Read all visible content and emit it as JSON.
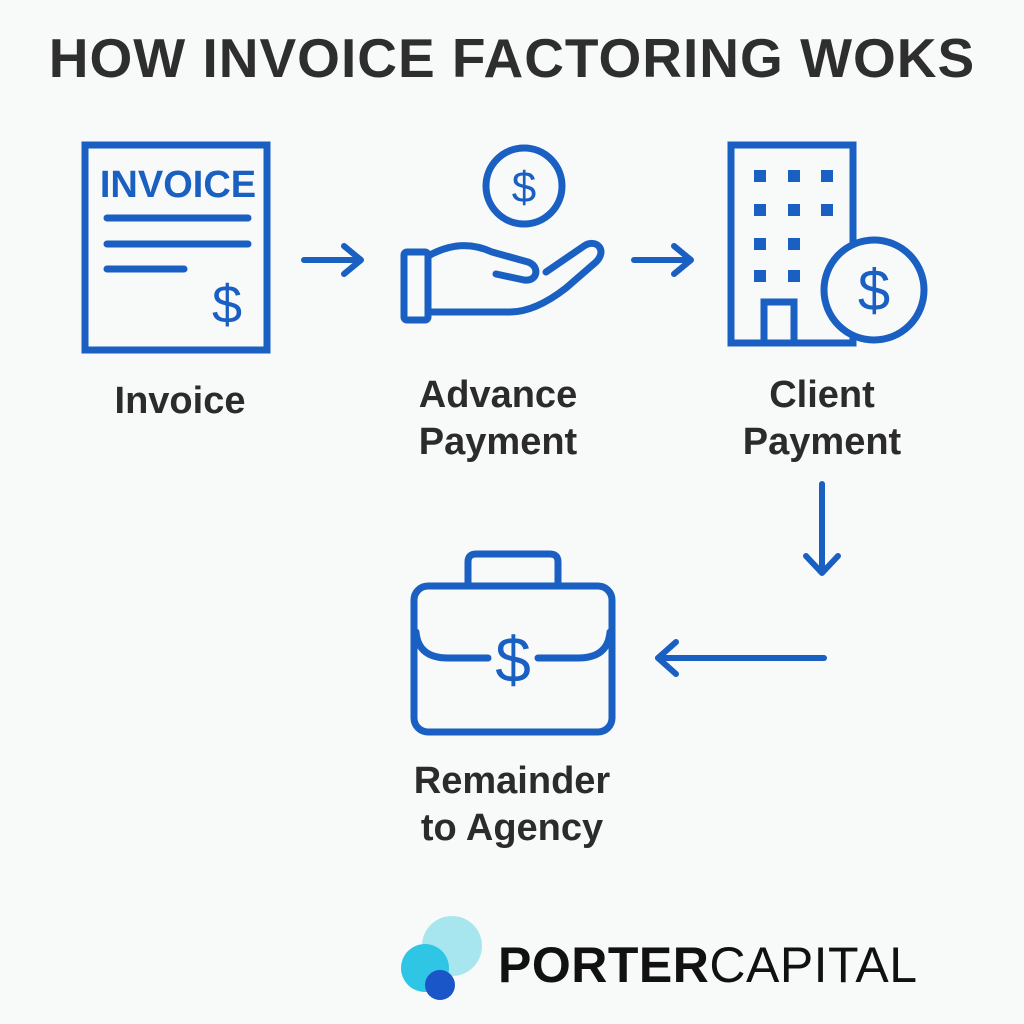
{
  "title": "HOW INVOICE FACTORING WOKS",
  "colors": {
    "accent": "#1a5fc2",
    "text": "#2b2b2b",
    "background": "#f8f9f9",
    "logo_light": "#a8e6ef",
    "logo_cyan": "#2ec6e4",
    "logo_blue": "#1a56c8"
  },
  "steps": [
    {
      "icon": "invoice-document-icon",
      "icon_text": "INVOICE",
      "label_lines": [
        "Invoice"
      ]
    },
    {
      "icon": "hand-coin-icon",
      "label_lines": [
        "Advance",
        "Payment"
      ]
    },
    {
      "icon": "building-coin-icon",
      "label_lines": [
        "Client",
        "Payment"
      ]
    },
    {
      "icon": "briefcase-dollar-icon",
      "label_lines": [
        "Remainder",
        "to Agency"
      ]
    }
  ],
  "logo": {
    "strong": "PORTER",
    "light": "CAPITAL"
  }
}
